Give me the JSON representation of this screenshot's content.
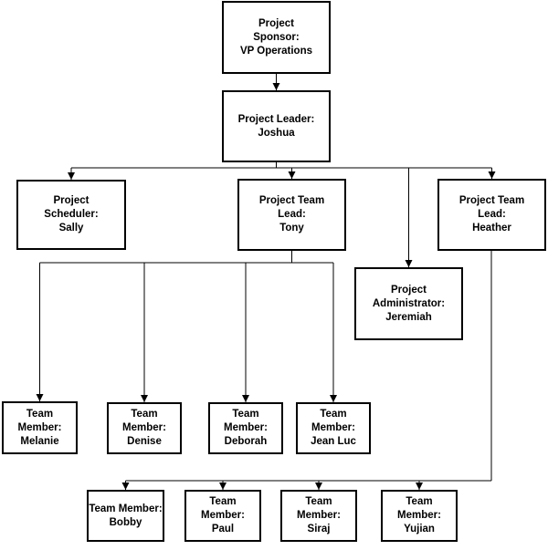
{
  "nodes": {
    "sponsor": {
      "label": "Project\nSponsor:\nVP Operations"
    },
    "leader": {
      "label": "Project Leader:\nJoshua"
    },
    "scheduler": {
      "label": "Project\nScheduler:\nSally"
    },
    "tony": {
      "label": "Project Team\nLead:\nTony"
    },
    "admin": {
      "label": "Project\nAdministrator:\nJeremiah"
    },
    "heather": {
      "label": "Project Team\nLead:\nHeather"
    },
    "melanie": {
      "label": "Team Member:\nMelanie"
    },
    "denise": {
      "label": "Team Member:\nDenise"
    },
    "deborah": {
      "label": "Team Member:\nDeborah"
    },
    "jeanluc": {
      "label": "Team Member:\nJean Luc"
    },
    "bobby": {
      "label": "Team Member:\nBobby"
    },
    "paul": {
      "label": "Team Member:\nPaul"
    },
    "siraj": {
      "label": "Team Member:\nSiraj"
    },
    "yujian": {
      "label": "Team Member:\nYujian"
    }
  },
  "edges": [
    [
      "sponsor",
      "leader"
    ],
    [
      "leader",
      "scheduler"
    ],
    [
      "leader",
      "tony"
    ],
    [
      "leader",
      "admin"
    ],
    [
      "leader",
      "heather"
    ],
    [
      "tony",
      "melanie"
    ],
    [
      "tony",
      "denise"
    ],
    [
      "tony",
      "deborah"
    ],
    [
      "tony",
      "jeanluc"
    ],
    [
      "heather",
      "bobby"
    ],
    [
      "heather",
      "paul"
    ],
    [
      "heather",
      "siraj"
    ],
    [
      "heather",
      "yujian"
    ]
  ]
}
